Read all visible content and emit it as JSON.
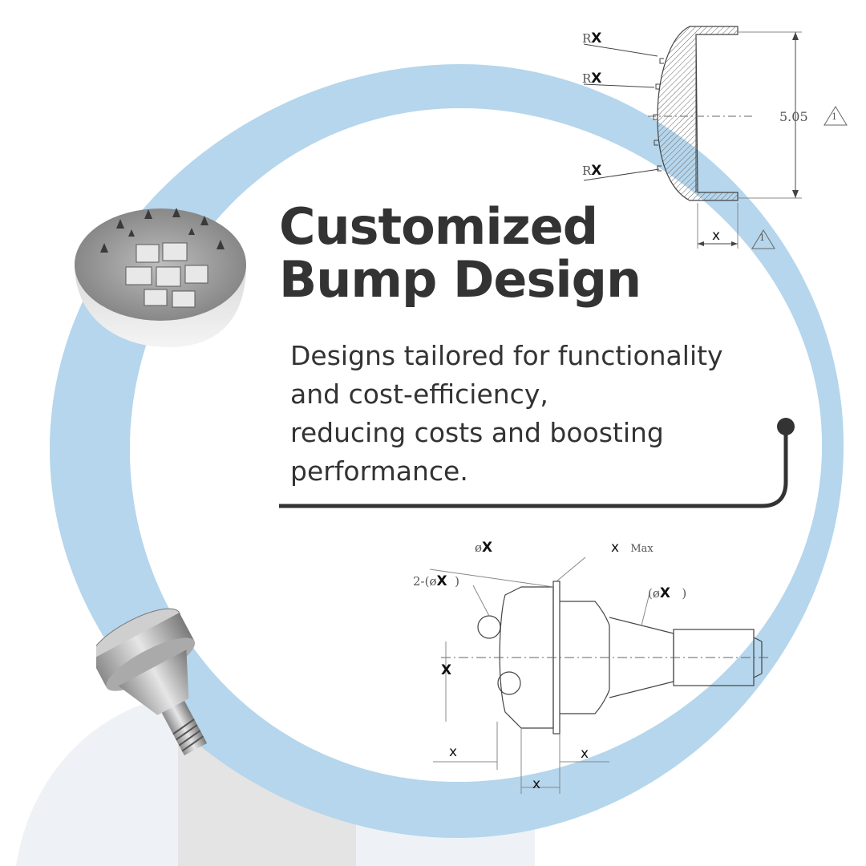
{
  "headline": {
    "line1": "Customized",
    "line2": "Bump Design"
  },
  "description": {
    "line1": "Designs tailored for functionality",
    "line2": "and cost-efficiency,",
    "line3": "reducing costs and boosting",
    "line4": "performance."
  },
  "top_drawing": {
    "radius_label_1": "R",
    "radius_value_1": "X",
    "radius_label_2": "R",
    "radius_value_2": "X",
    "radius_label_3": "R",
    "radius_value_3": "X",
    "height_dimension": "5.05",
    "tolerance_mark_1": "1",
    "width_dimension": "x",
    "tolerance_mark_2": "1"
  },
  "bottom_drawing": {
    "diameter_prefix": "ø",
    "diameter_value": "X",
    "thickness_value": "x",
    "thickness_suffix": "Max",
    "holes_prefix": "2-(ø",
    "holes_value": "X",
    "holes_suffix": ")",
    "shaft_prefix": "(ø",
    "shaft_value": "X",
    "shaft_suffix": ")",
    "offset_value": "X",
    "dim_left": "x",
    "dim_right": "x",
    "dim_bottom": "x"
  },
  "colors": {
    "ring": "#b5d6ec",
    "text": "#333333",
    "accent_line": "#333333",
    "block_light": "#eef2f6",
    "block_gray": "#e4e4e4"
  }
}
